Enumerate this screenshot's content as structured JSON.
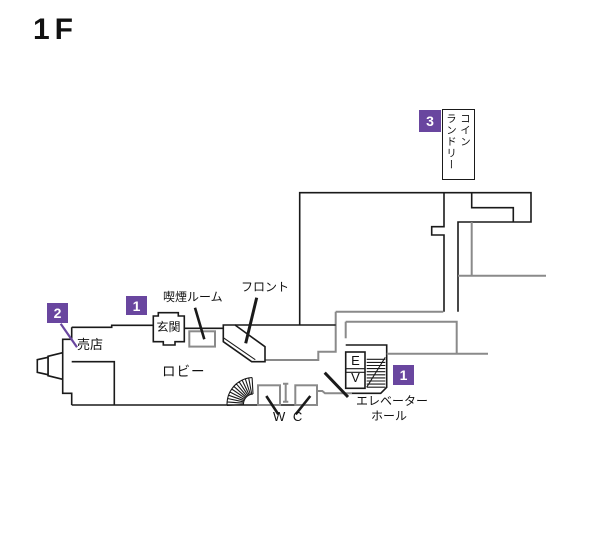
{
  "title": "1F",
  "colors": {
    "accent": "#69469f",
    "wall": "#1a1a1a",
    "wall_light": "#8a8a8a"
  },
  "rooms": {
    "coin_laundry": {
      "badge": "3",
      "name_col1": "コイン",
      "name_col2": "ランドリー"
    },
    "smoking_room": {
      "name": "喫煙ルーム"
    },
    "front_desk": {
      "name": "フロント"
    },
    "entrance": {
      "badge": "1",
      "name": "玄関"
    },
    "shop": {
      "badge": "2",
      "name": "売店"
    },
    "lobby": {
      "name": "ロビー"
    },
    "wc": {
      "name": "W C"
    },
    "elevator": {
      "badge": "1",
      "e": "E",
      "v": "V",
      "hall_line1": "エレベーター",
      "hall_line2": "ホール"
    }
  }
}
